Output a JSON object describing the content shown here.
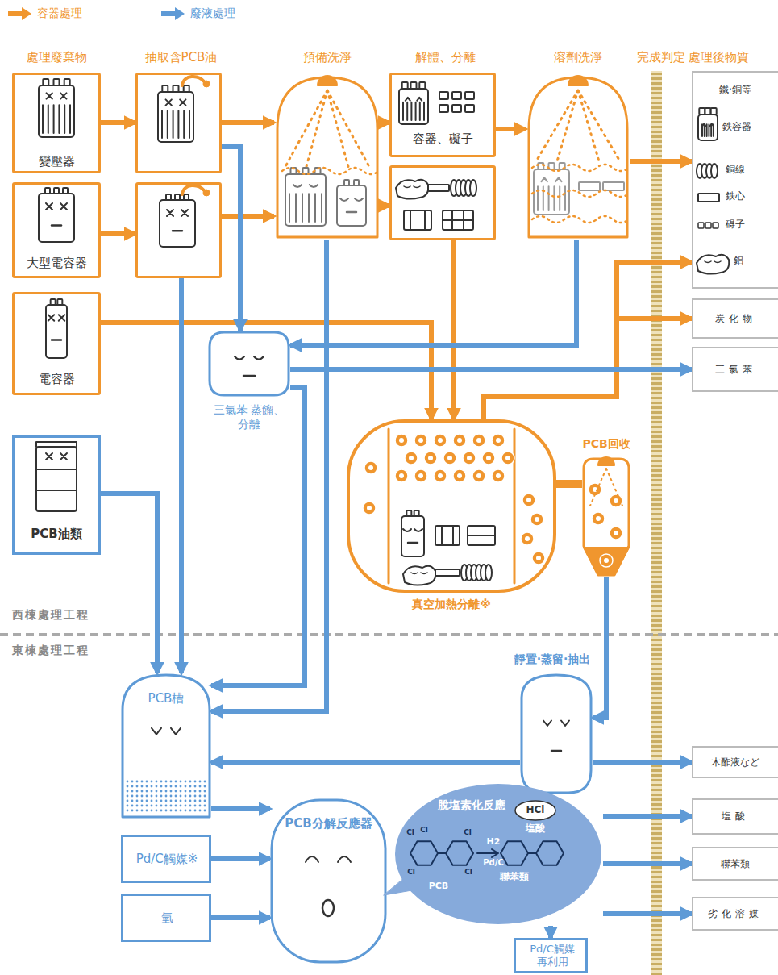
{
  "diagram": {
    "nodes": [
      {
        "text": [
          "變壓器"
        ]
      },
      {
        "text": [
          "大型電容器"
        ]
      },
      {
        "text": [
          "電容器"
        ]
      },
      {
        "text": [
          "PCB油類"
        ]
      },
      {
        "text": [
          "抽取含PCB油"
        ]
      },
      {
        "text": []
      },
      {
        "text": [
          "預備洗淨"
        ]
      },
      {
        "text": [
          "解體、分離",
          "容器、礙子"
        ]
      },
      {
        "text": []
      },
      {
        "text": [
          "溶劑洗淨"
        ]
      },
      {
        "text": [
          "鐵·銅等",
          "鉄容器",
          "銅線",
          "鉄心",
          "碍子",
          "鋁"
        ]
      },
      {
        "text": [
          "炭化物"
        ]
      },
      {
        "text": [
          "三氯苯"
        ]
      },
      {
        "text": [
          "三氯苯 蒸餾、分離"
        ]
      },
      {
        "text": [
          "真空加熱分離※"
        ]
      },
      {
        "text": [
          "PCB回收"
        ]
      },
      {
        "text": [
          "靜置·蒸留·抽出"
        ]
      },
      {
        "text": [
          "木酢液など"
        ]
      },
      {
        "text": [
          "PCB槽"
        ]
      },
      {
        "text": [
          "PCB分解反應器"
        ]
      },
      {
        "text": [
          "Pd/C觸媒※"
        ]
      },
      {
        "text": [
          "氫"
        ]
      },
      {
        "text": [
          "脫塩素化反應"
        ]
      },
      {
        "text": [
          "HCl"
        ],
        "in": 22
      },
      {
        "text": [
          "塩酸"
        ]
      },
      {
        "text": [
          "聯苯類"
        ]
      },
      {
        "text": [
          "劣化溶媒"
        ]
      },
      {
        "text": [
          "Pd/C觸媒 再利用"
        ]
      }
    ],
    "edges": [
      {
        "from": 0,
        "to": 4,
        "arrow": "to"
      },
      {
        "from": 1,
        "to": 5,
        "arrow": "to"
      },
      {
        "from": 4,
        "to": 6,
        "arrow": "to"
      },
      {
        "from": 5,
        "to": 6,
        "arrow": "to"
      },
      {
        "from": 6,
        "to": 7,
        "arrow": "to"
      },
      {
        "from": 6,
        "to": 8,
        "arrow": "to"
      },
      {
        "from": 7,
        "to": 9,
        "arrow": "to"
      },
      {
        "from": 9,
        "to": 10,
        "arrow": "to"
      },
      {
        "from": 2,
        "to": 14,
        "arrow": "to"
      },
      {
        "from": 8,
        "to": 14,
        "arrow": "to"
      },
      {
        "from": 14,
        "to": 10,
        "arrow": "to"
      },
      {
        "from": 14,
        "to": 11,
        "arrow": "to"
      },
      {
        "from": 14,
        "to": 15,
        "arrow": "none"
      },
      {
        "from": 4,
        "to": 13,
        "arrow": "to"
      },
      {
        "from": 13,
        "to": 12,
        "arrow": "to"
      },
      {
        "from": 9,
        "to": 13,
        "arrow": "to"
      },
      {
        "from": 13,
        "to": 18,
        "arrow": "to"
      },
      {
        "from": 3,
        "to": 18,
        "arrow": "to"
      },
      {
        "from": 5,
        "to": 18,
        "arrow": "to"
      },
      {
        "from": 6,
        "to": 18,
        "arrow": "to"
      },
      {
        "from": 15,
        "to": 16,
        "arrow": "to"
      },
      {
        "from": 16,
        "to": 18,
        "arrow": "to"
      },
      {
        "from": 16,
        "to": 17,
        "arrow": "to"
      },
      {
        "from": 18,
        "to": 19,
        "arrow": "to"
      },
      {
        "from": 20,
        "to": 19,
        "arrow": "to"
      },
      {
        "from": 21,
        "to": 19,
        "arrow": "to"
      },
      {
        "from": 22,
        "to": 24,
        "arrow": "to"
      },
      {
        "from": 22,
        "to": 25,
        "arrow": "to"
      },
      {
        "from": 22,
        "to": 26,
        "arrow": "to"
      },
      {
        "from": 22,
        "to": 27,
        "arrow": "to"
      }
    ],
    "labels": [
      "處理廢棄物",
      "完成判定 處理後物質",
      "西棟處理工程",
      "東棟處理工程",
      "Cl",
      "Cl",
      "Cl",
      "Cl",
      "Cl",
      "H2",
      "Pd/C",
      "PCB",
      "聯苯類",
      "塩酸"
    ],
    "legend": [
      {
        "text": "容器處理",
        "color": "#F0962E"
      },
      {
        "text": "廢液處理",
        "color": "#5E9AD6"
      }
    ]
  }
}
